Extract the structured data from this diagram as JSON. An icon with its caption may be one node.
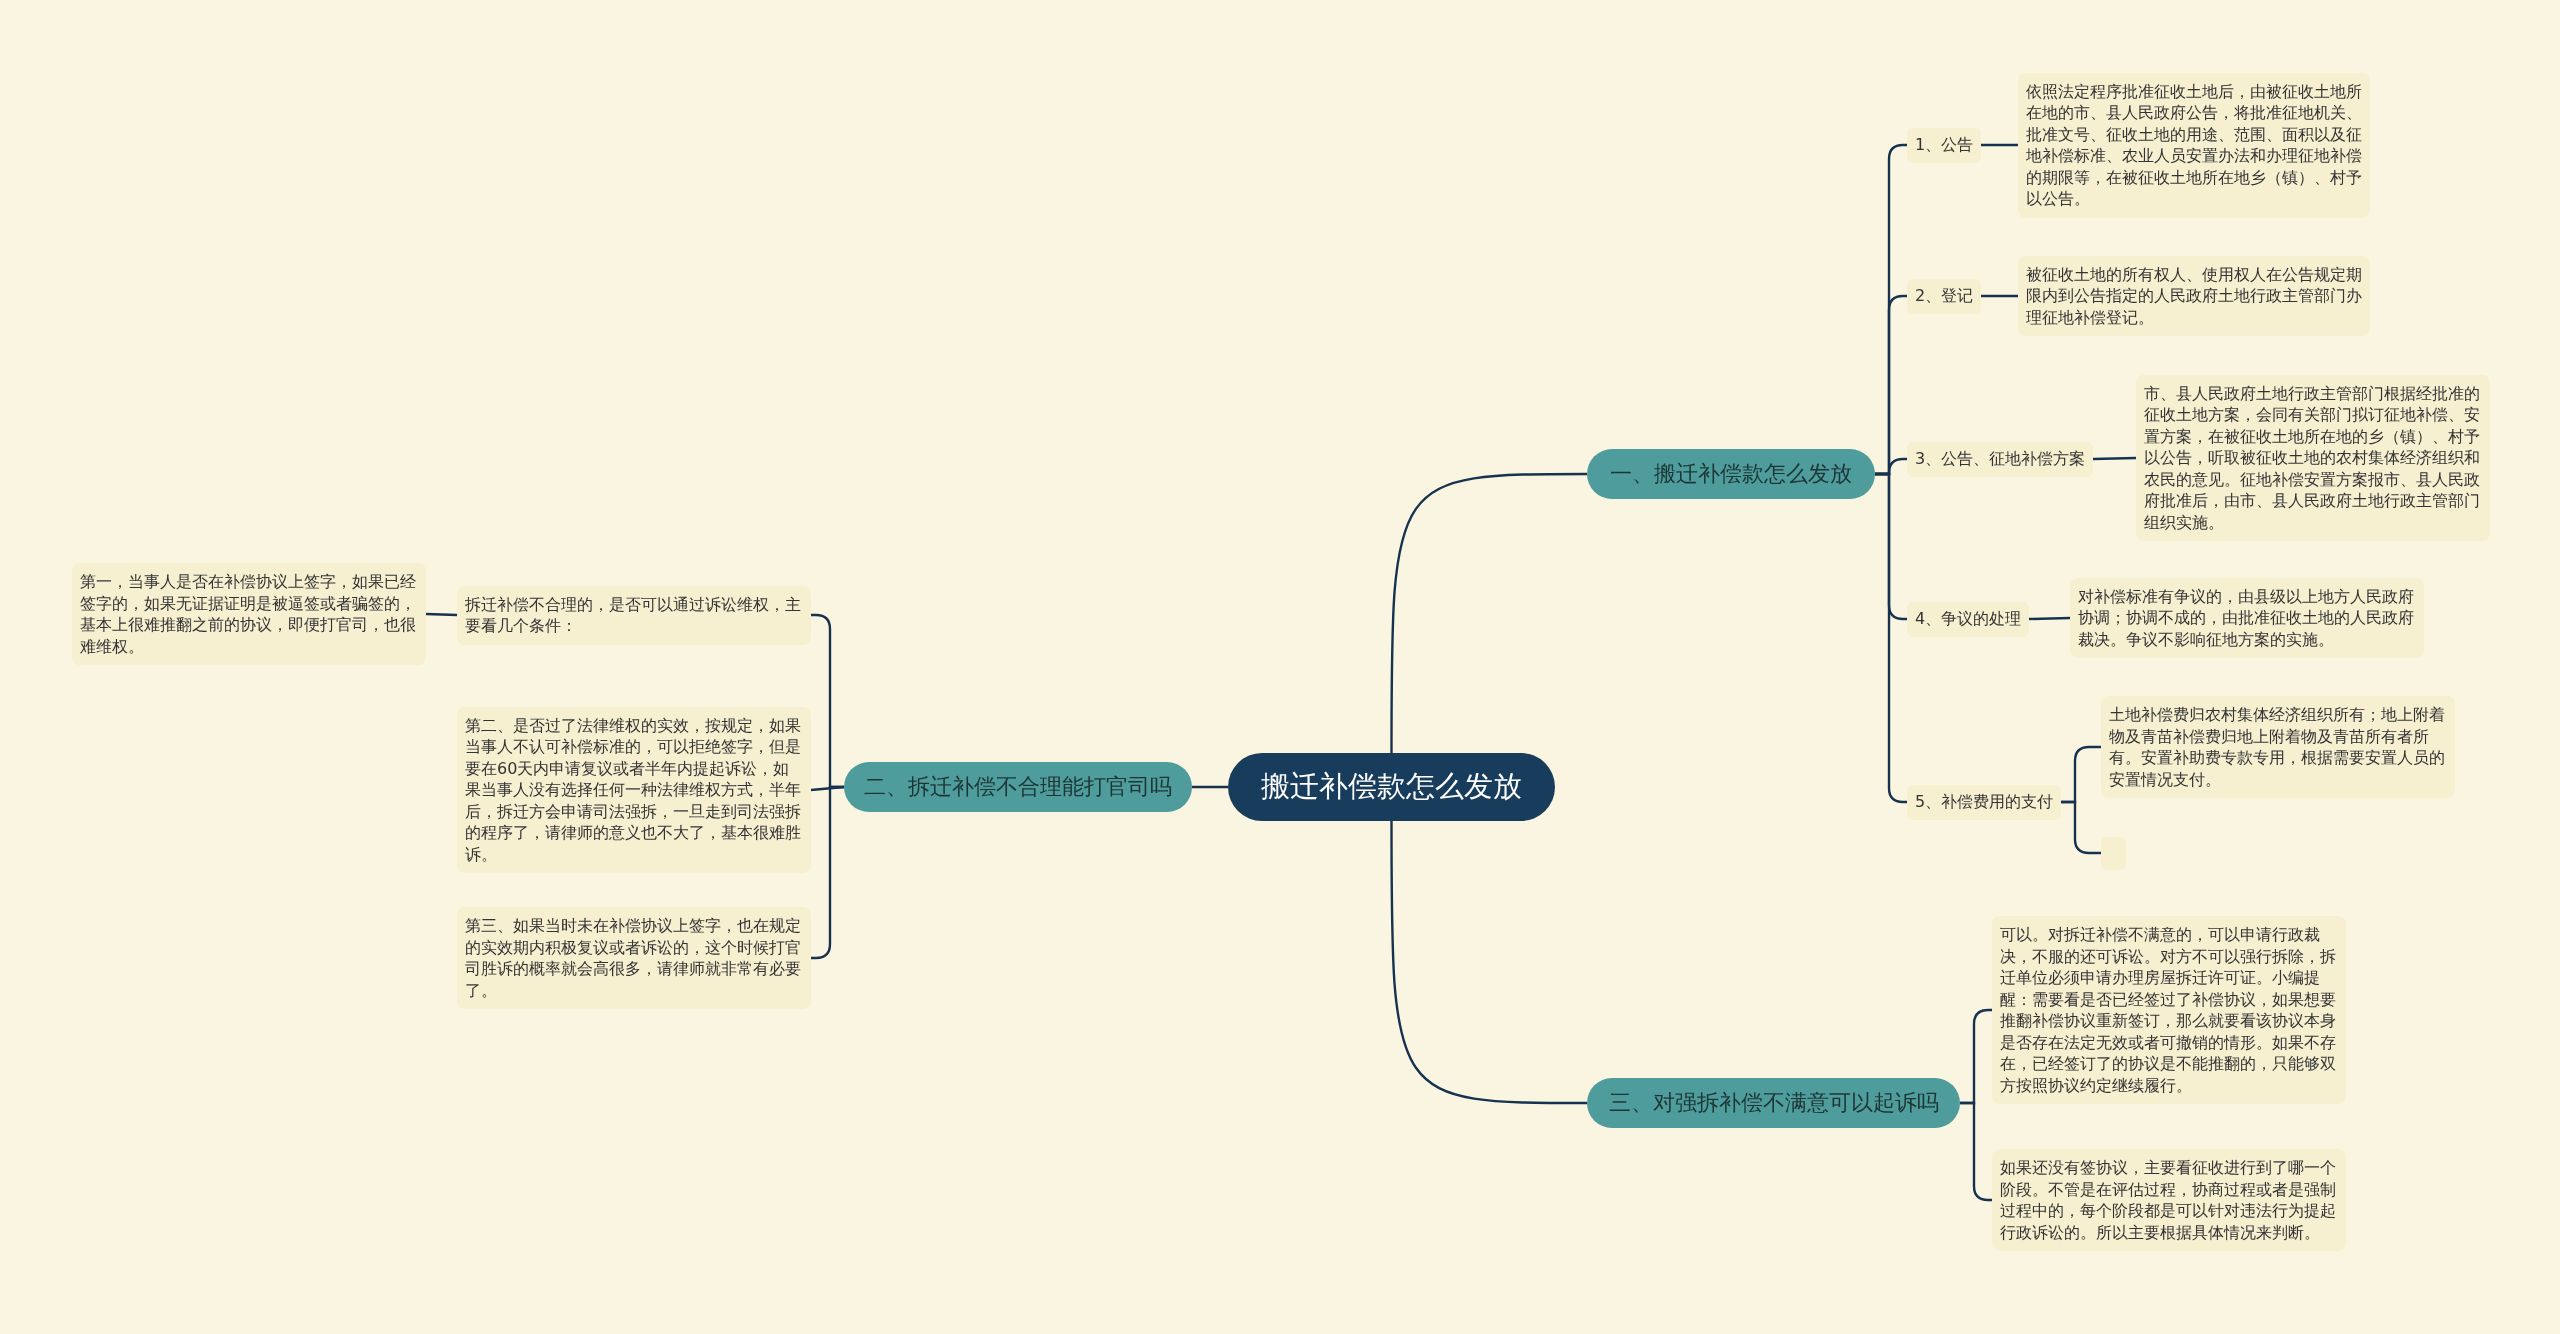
{
  "diagram": {
    "nodes": [
      {
        "text": [
          "搬迁补偿款怎么发放"
        ]
      },
      {
        "text": [
          "一、搬迁补偿款怎么发放"
        ]
      },
      {
        "text": [
          "1、公告"
        ]
      },
      {
        "text": [
          "依照法定程序批准征收土地后，由被征收土地所在地的市、县人民政府公告，将批准征地机关、批准文号、征收土地的用途、范围、面积以及征地补偿标准、农业人员安置办法和办理征地补偿的期限等，在被征收土地所在地乡（镇）、村予以公告。"
        ]
      },
      {
        "text": [
          "2、登记"
        ]
      },
      {
        "text": [
          "被征收土地的所有权人、使用权人在公告规定期限内到公告指定的人民政府土地行政主管部门办理征地补偿登记。"
        ]
      },
      {
        "text": [
          "3、公告、征地补偿方案"
        ]
      },
      {
        "text": [
          "市、县人民政府土地行政主管部门根据经批准的征收土地方案，会同有关部门拟订征地补偿、安置方案，在被征收土地所在地的乡（镇）、村予以公告，听取被征收土地的农村集体经济组织和农民的意见。征地补偿安置方案报市、县人民政府批准后，由市、县人民政府土地行政主管部门组织实施。"
        ]
      },
      {
        "text": [
          "4、争议的处理"
        ]
      },
      {
        "text": [
          "对补偿标准有争议的，由县级以上地方人民政府协调；协调不成的，由批准征收土地的人民政府裁决。争议不影响征地方案的实施。"
        ]
      },
      {
        "text": [
          "5、补偿费用的支付"
        ]
      },
      {
        "text": [
          "土地补偿费归农村集体经济组织所有；地上附着物及青苗补偿费归地上附着物及青苗所有者所有。安置补助费专款专用，根据需要安置人员的安置情况支付。"
        ]
      },
      {
        "text": [],
        "shape": "box"
      },
      {
        "text": [
          "三、对强拆补偿不满意可以起诉吗"
        ]
      },
      {
        "text": [
          "可以。对拆迁补偿不满意的，可以申请行政裁决，不服的还可诉讼。对方不可以强行拆除，拆迁单位必须申请办理房屋拆迁许可证。小编提醒：需要看是否已经签过了补偿协议，如果想要推翻补偿协议重新签订，那么就要看该协议本身是否存在法定无效或者可撤销的情形。如果不存在，已经签订了的协议是不能推翻的，只能够双方按照协议约定继续履行。"
        ]
      },
      {
        "text": [
          "如果还没有签协议，主要看征收进行到了哪一个阶段。不管是在评估过程，协商过程或者是强制过程中的，每个阶段都是可以针对违法行为提起行政诉讼的。所以主要根据具体情况来判断。"
        ]
      },
      {
        "text": [
          "二、拆迁补偿不合理能打官司吗"
        ]
      },
      {
        "text": [
          "拆迁补偿不合理的，是否可以通过诉讼维权，主要看几个条件："
        ]
      },
      {
        "text": [
          "第一，当事人是否在补偿协议上签字，如果已经签字的，如果无证据证明是被逼签或者骗签的，基本上很难推翻之前的协议，即便打官司，也很难维权。"
        ]
      },
      {
        "text": [
          "第二、是否过了法律维权的实效，按规定，如果当事人不认可补偿标准的，可以拒绝签字，但是要在60天内申请复议或者半年内提起诉讼，如果当事人没有选择任何一种法律维权方式，半年后，拆迁方会申请司法强拆，一旦走到司法强拆的程序了，请律师的意义也不大了，基本很难胜诉。"
        ]
      },
      {
        "text": [
          "第三、如果当时未在补偿协议上签字，也在规定的实效期内积极复议或者诉讼的，这个时候打官司胜诉的概率就会高很多，请律师就非常有必要了。"
        ]
      }
    ],
    "edges": [
      {
        "from": 0,
        "to": 1,
        "arrow": "none"
      },
      {
        "from": 0,
        "to": 16,
        "arrow": "none"
      },
      {
        "from": 0,
        "to": 13,
        "arrow": "none"
      },
      {
        "from": 1,
        "to": 2,
        "arrow": "none"
      },
      {
        "from": 1,
        "to": 4,
        "arrow": "none"
      },
      {
        "from": 1,
        "to": 6,
        "arrow": "none"
      },
      {
        "from": 1,
        "to": 8,
        "arrow": "none"
      },
      {
        "from": 1,
        "to": 10,
        "arrow": "none"
      },
      {
        "from": 2,
        "to": 3,
        "arrow": "none"
      },
      {
        "from": 4,
        "to": 5,
        "arrow": "none"
      },
      {
        "from": 6,
        "to": 7,
        "arrow": "none"
      },
      {
        "from": 8,
        "to": 9,
        "arrow": "none"
      },
      {
        "from": 10,
        "to": 11,
        "arrow": "none"
      },
      {
        "from": 10,
        "to": 12,
        "arrow": "none"
      },
      {
        "from": 13,
        "to": 14,
        "arrow": "none"
      },
      {
        "from": 13,
        "to": 15,
        "arrow": "none"
      },
      {
        "from": 16,
        "to": 17,
        "arrow": "none"
      },
      {
        "from": 16,
        "to": 19,
        "arrow": "none"
      },
      {
        "from": 16,
        "to": 20,
        "arrow": "none"
      },
      {
        "from": 17,
        "to": 18,
        "arrow": "none"
      }
    ]
  }
}
